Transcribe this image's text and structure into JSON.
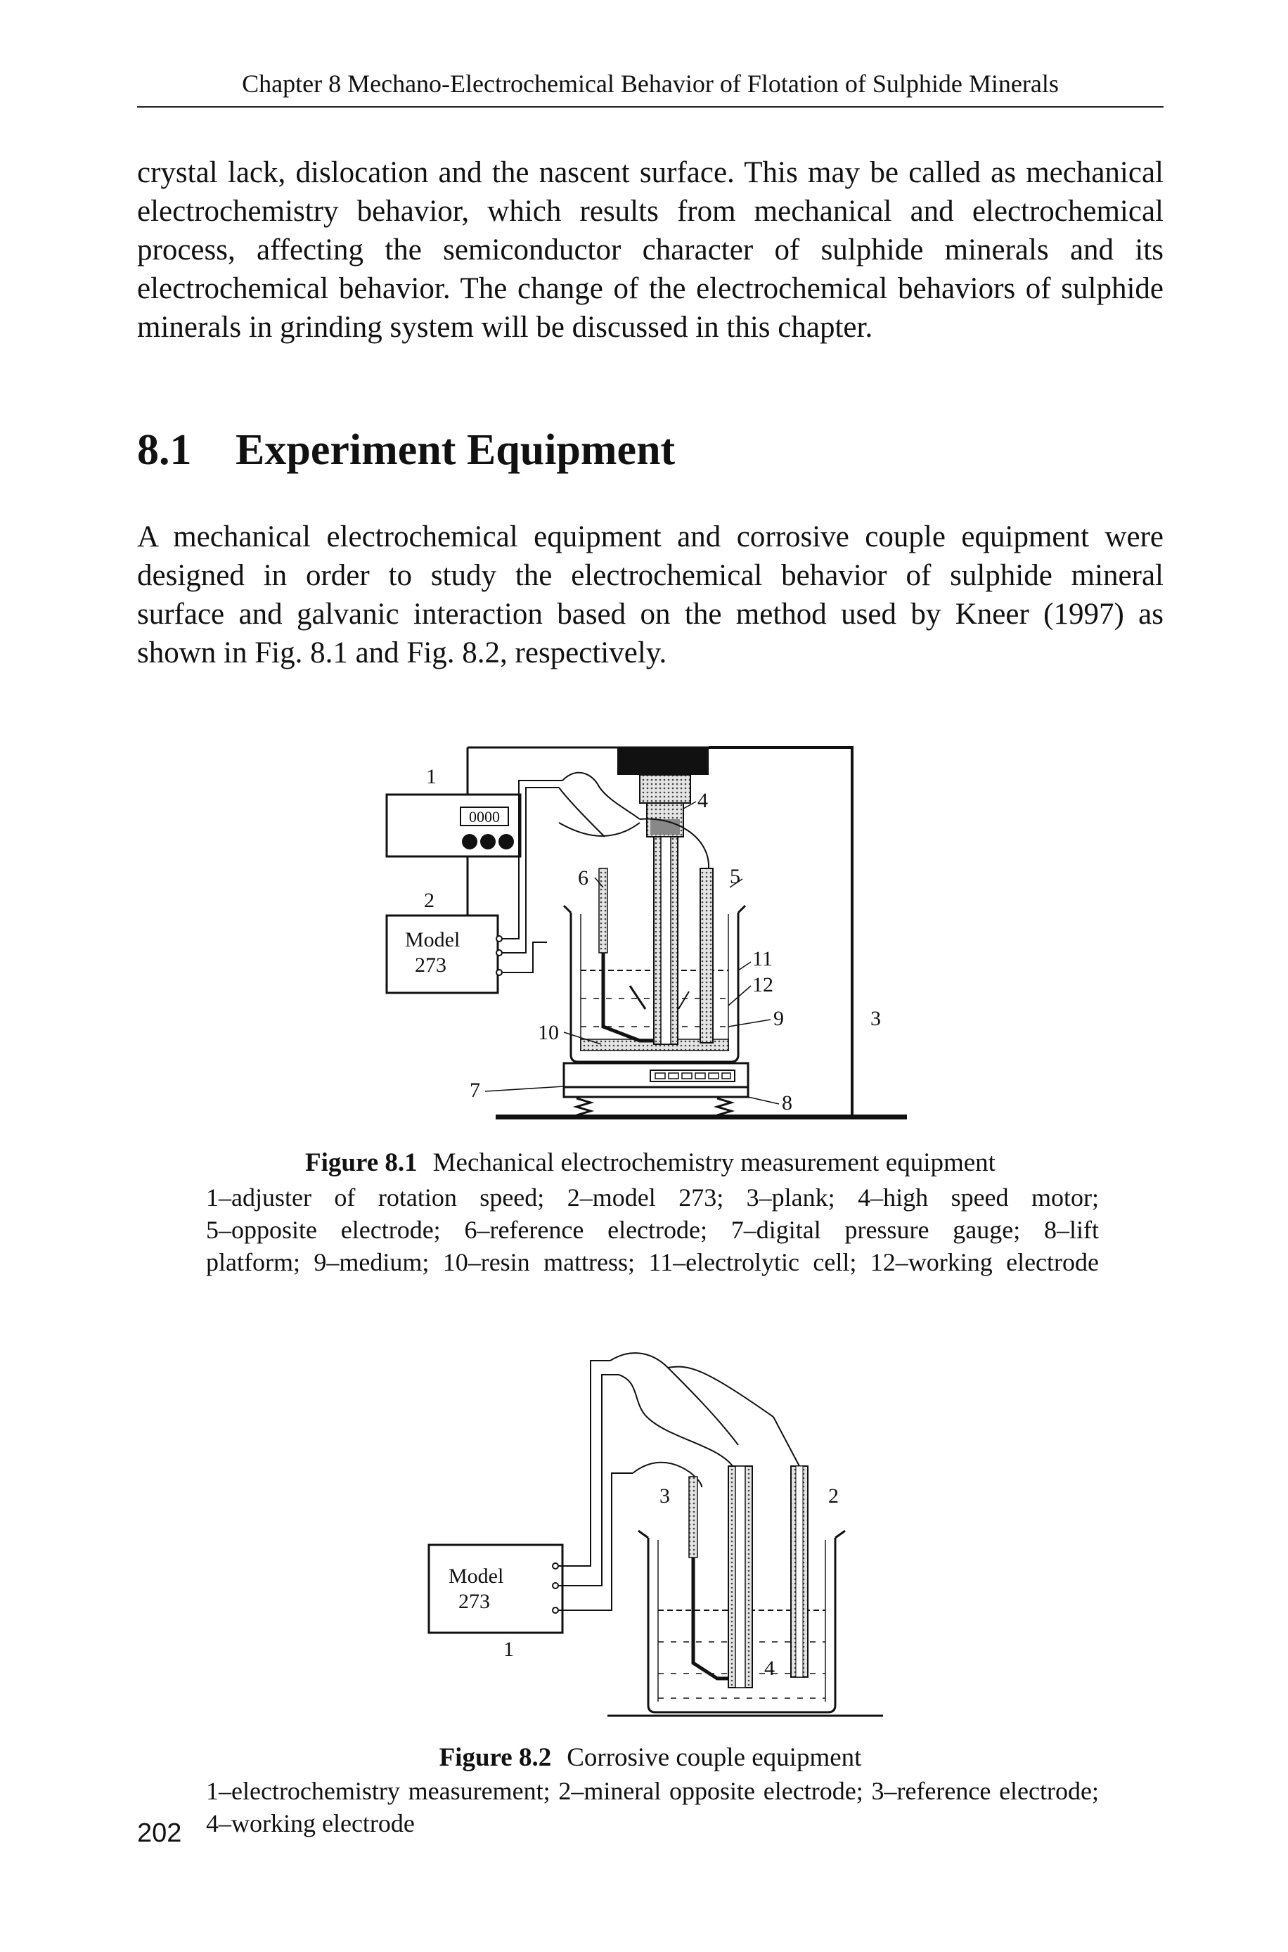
{
  "running_head": "Chapter 8   Mechano-Electrochemical Behavior of Flotation of Sulphide Minerals",
  "intro_lines": [
    "crystal lack, dislocation and the nascent surface. This may be called as mechanical",
    "electrochemistry behavior, which results from mechanical and electrochemical",
    "process, affecting the semiconductor character of sulphide minerals and its",
    "electrochemical behavior. The change of the electrochemical behaviors of sulphide",
    "minerals in grinding system will be discussed in this chapter."
  ],
  "section": {
    "number": "8.1",
    "title": "Experiment Equipment"
  },
  "section_lines": [
    "A mechanical electrochemical equipment and corrosive couple equipment were",
    "designed in order to study the electrochemical behavior of sulphide mineral",
    "surface and galvanic interaction based on the method used by Kneer (1997) as",
    "shown in Fig. 8.1 and Fig. 8.2, respectively."
  ],
  "figure1": {
    "labels": {
      "l1": "1",
      "l2": "2",
      "l3": "3",
      "l4": "4",
      "l5": "5",
      "l6": "6",
      "l7": "7",
      "l8": "8",
      "l9": "9",
      "l10": "10",
      "l11": "11",
      "l12": "12"
    },
    "display": "0000",
    "instrument_line1": "Model",
    "instrument_line2": "273",
    "caption_label": "Figure 8.1",
    "caption_title": "Mechanical electrochemistry measurement equipment",
    "caption_lines": [
      "1–adjuster of rotation speed; 2–model 273; 3–plank; 4–high speed motor;",
      "5–opposite electrode; 6–reference electrode; 7–digital pressure gauge; 8–lift",
      "platform; 9–medium; 10–resin mattress; 11–electrolytic cell; 12–working electrode"
    ]
  },
  "figure2": {
    "labels": {
      "l1": "1",
      "l2": "2",
      "l3": "3",
      "l4": "4"
    },
    "instrument_line1": "Model",
    "instrument_line2": "273",
    "caption_label": "Figure 8.2",
    "caption_title": "Corrosive couple equipment",
    "caption_lines": [
      "1–electrochemistry measurement; 2–mineral opposite electrode; 3–reference electrode;",
      "4–working electrode"
    ]
  },
  "page_number": "202"
}
